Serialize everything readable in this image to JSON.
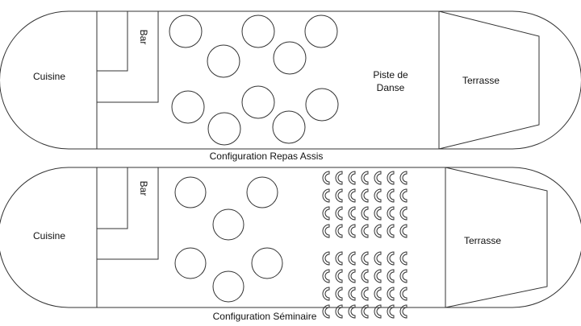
{
  "plans": [
    {
      "kitchen_label": "Cuisine",
      "bar_label": "Bar",
      "dance_label_line1": "Piste de",
      "dance_label_line2": "Danse",
      "terrace_label": "Terrasse",
      "caption": "Configuration Repas Assis",
      "table_count": 10
    },
    {
      "kitchen_label": "Cuisine",
      "bar_label": "Bar",
      "terrace_label": "Terrasse",
      "caption": "Configuration Séminaire",
      "table_count": 6,
      "chair_grid": {
        "columns": 7,
        "rows_per_block": 4,
        "blocks": 2
      }
    }
  ],
  "colors": {
    "stroke": "#333333",
    "text": "#111111",
    "background": "#ffffff"
  }
}
